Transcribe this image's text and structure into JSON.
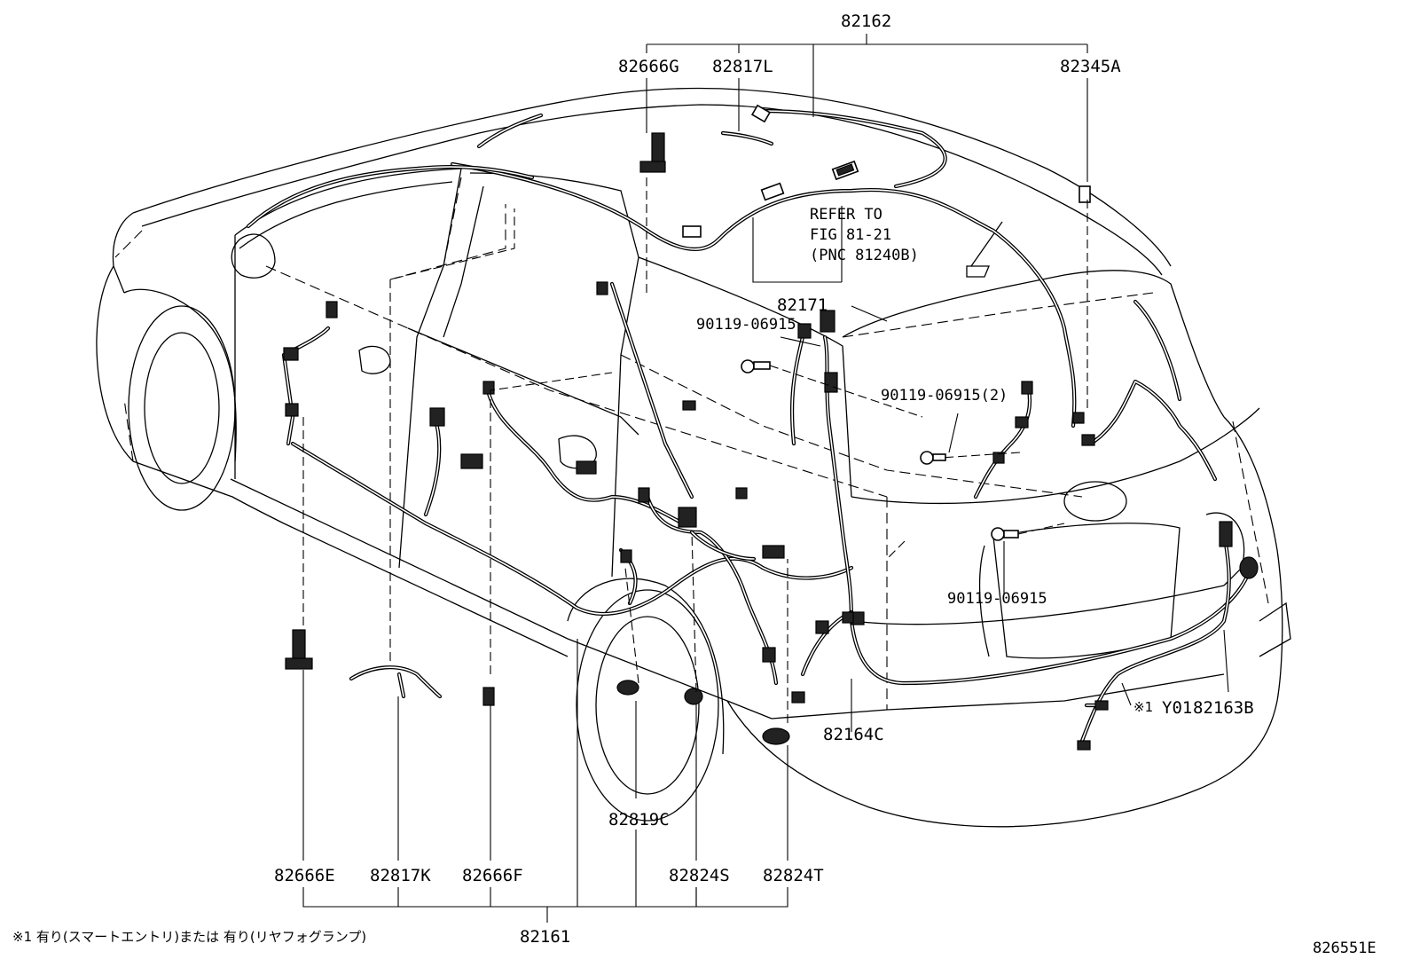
{
  "labels": {
    "p82162": "82162",
    "p82666G": "82666G",
    "p82817L": "82817L",
    "p82345A": "82345A",
    "refer1": "REFER TO",
    "refer2": "FIG 81-21",
    "refer3": "(PNC 81240B)",
    "p82171": "82171",
    "bolt1": "90119-06915",
    "bolt2": "90119-06915(2)",
    "bolt3": "90119-06915",
    "p82164C": "82164C",
    "note_mark": "※1",
    "y01": "Y01",
    "p82163B": "82163B",
    "p82819C": "82819C",
    "p82666E": "82666E",
    "p82817K": "82817K",
    "p82666F": "82666F",
    "p82824S": "82824S",
    "p82824T": "82824T",
    "p82161": "82161"
  },
  "footnote": "※1 有り(スマートエントリ)または 有り(リヤフォグランプ)",
  "figure_code": "826551E"
}
